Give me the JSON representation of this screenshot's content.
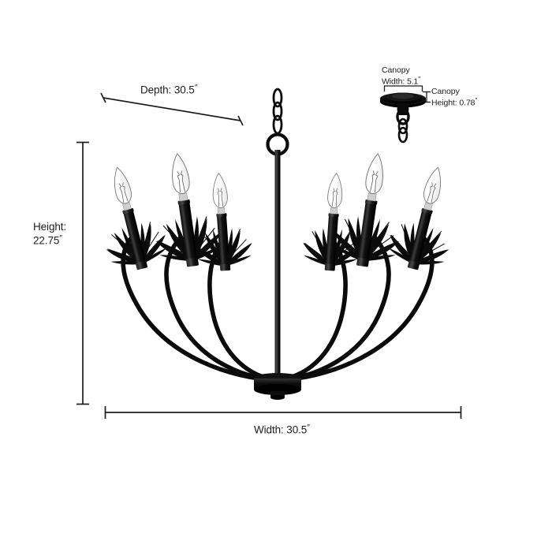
{
  "background_color": "#ffffff",
  "line_color": "#1d1d1d",
  "fixture_color": "#0b0b0b",
  "product": {
    "type": "6-light chandelier",
    "finish": "matte black",
    "bulb_count": 6,
    "bulb_style": "clear candelabra flame bulb"
  },
  "dimensions": {
    "depth": {
      "label": "Depth: 30.5",
      "unit": "″",
      "value": 30.5
    },
    "height": {
      "label_line1": "Height:",
      "label_line2": "22.75",
      "unit": "″",
      "value": 22.75
    },
    "width": {
      "label": "Width: 30.5",
      "unit": "″",
      "value": 30.5
    },
    "canopy_width": {
      "label_line1": "Canopy",
      "label_line2": "Width: 5.1",
      "unit": "″",
      "value": 5.1
    },
    "canopy_height": {
      "label_line1": "Canopy",
      "label_line2": "Height: 0.78",
      "unit": "″",
      "value": 0.78
    }
  },
  "icons": {
    "depth_rule": "depth-dimension-line-icon",
    "height_rule": "height-dimension-line-icon",
    "width_rule": "width-dimension-line-icon",
    "canopy_width_rule": "canopy-width-dimension-line-icon",
    "canopy_height_rule": "canopy-height-dimension-line-icon"
  }
}
